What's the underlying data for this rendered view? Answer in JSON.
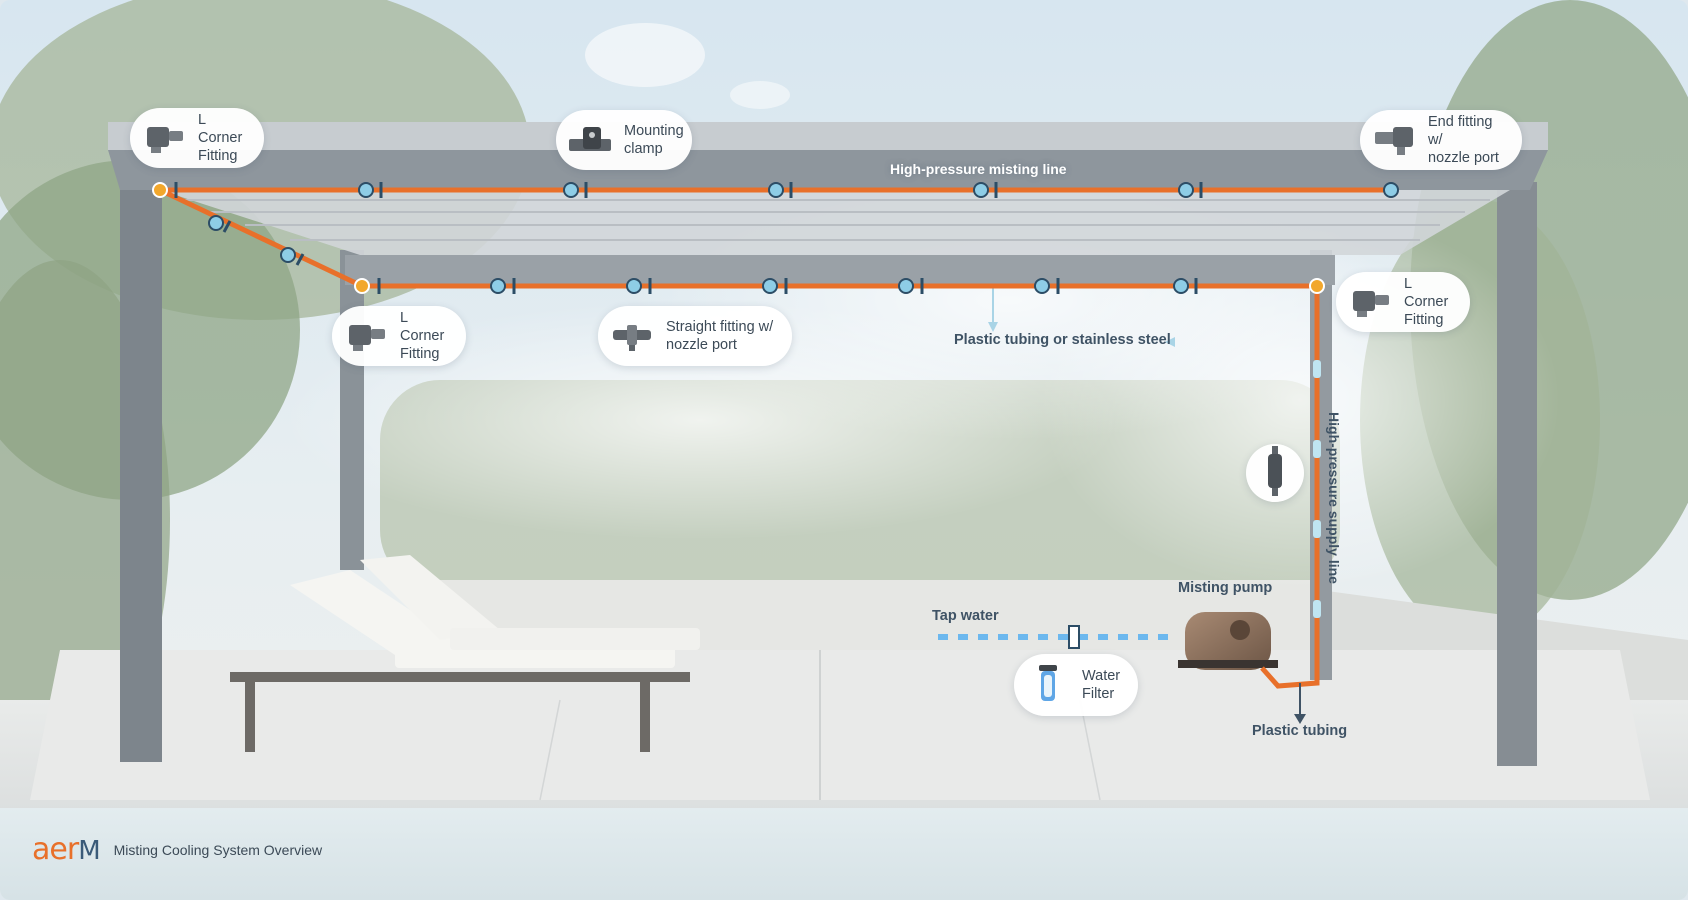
{
  "colors": {
    "misting_line": "#e8702a",
    "nozzle_fill": "#8ecde6",
    "nozzle_ring": "#2c4d66",
    "corner_dot": "#f2a72c",
    "tap_water": "#6cb8ee",
    "sky": "#cfe0ec",
    "floor": "#e4e6e6",
    "text_dark": "#3f5365"
  },
  "callouts": {
    "l_corner_top_left": {
      "label": "L Corner\nFitting",
      "icon": "l-corner-fitting-icon"
    },
    "mounting_clamp": {
      "label": "Mounting\nclamp",
      "icon": "mounting-clamp-icon"
    },
    "end_fitting": {
      "label": "End fitting w/\nnozzle port",
      "icon": "end-fitting-icon"
    },
    "l_corner_mid_left": {
      "label": "L Corner\nFitting",
      "icon": "l-corner-fitting-icon"
    },
    "straight_fitting": {
      "label": "Straight fitting w/\nnozzle port",
      "icon": "straight-fitting-icon"
    },
    "l_corner_right": {
      "label": "L Corner\nFitting",
      "icon": "l-corner-fitting-icon"
    },
    "water_filter": {
      "label": "Water\nFilter",
      "icon": "water-filter-icon"
    }
  },
  "labels": {
    "high_pressure_misting_line": "High-pressure misting line",
    "plastic_or_steel": "Plastic tubing or stainless steel",
    "high_pressure_supply_line": "High-pressure supply line",
    "misting_pump": "Misting pump",
    "tap_water": "Tap water",
    "plastic_tubing": "Plastic tubing"
  },
  "inline_component": {
    "icon": "inline-filter-icon"
  },
  "footer": {
    "logo_text": "aer",
    "logo_mark": "M",
    "subtitle": "Misting Cooling System Overview"
  }
}
